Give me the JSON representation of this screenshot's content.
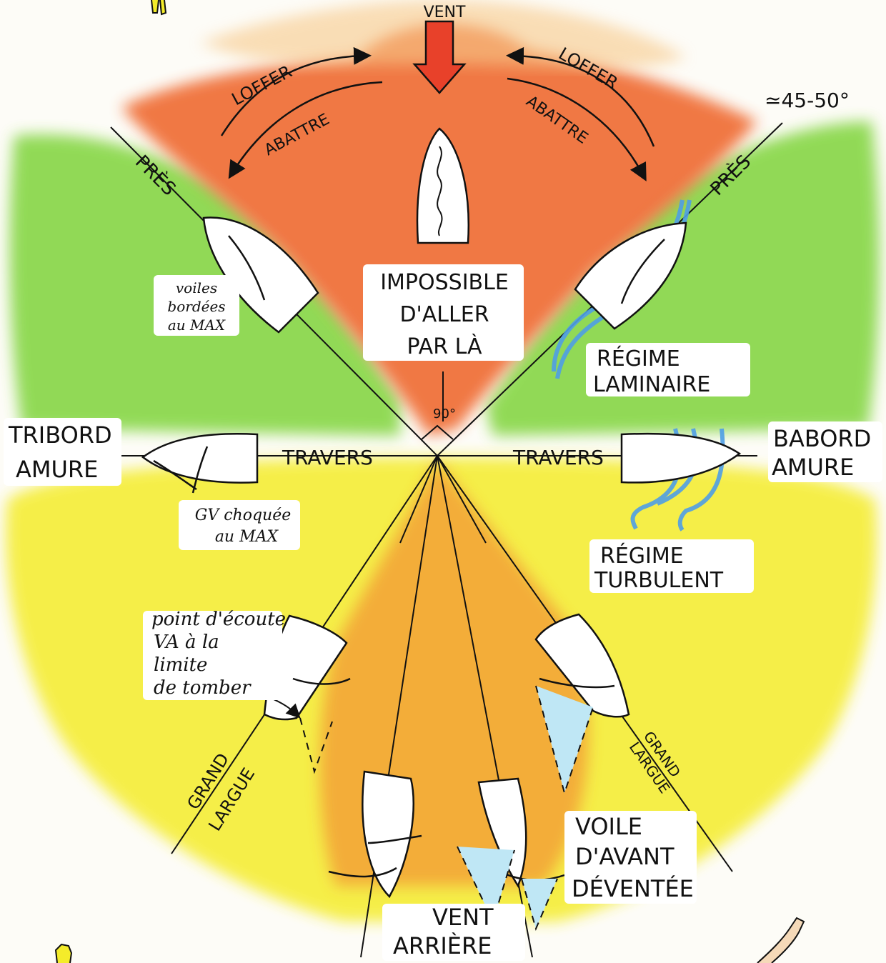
{
  "wind_label": "VENT",
  "loffer_left": "LOFFER",
  "abattre_left": "ABATTRE",
  "loffer_right": "LOFFER",
  "abattre_right": "ABATTRE",
  "angle_label": "≃45-50°",
  "pres_left": "PRÈS",
  "pres_right": "PRÈS",
  "impossible": [
    "IMPOSSIBLE",
    "D'ALLER",
    "PAR LÀ"
  ],
  "right_angle": "90°",
  "voiles_bordees": [
    "voiles",
    "bordées",
    "au MAX"
  ],
  "regime_laminaire": [
    "RÉGIME",
    "LAMINAIRE"
  ],
  "tribord_amure": [
    "TRIBORD",
    "AMURE"
  ],
  "babord_amure": [
    "BABORD",
    "AMURE"
  ],
  "travers_left": "TRAVERS",
  "travers_right": "TRAVERS",
  "gv_choquee": [
    "GV choquée",
    "au MAX"
  ],
  "regime_turbulent": [
    "RÉGIME",
    "TURBULENT"
  ],
  "point_ecoute": [
    "point d'écoute",
    "VA à la",
    "limite",
    "de tomber"
  ],
  "grand_largue_left": [
    "GRAND",
    "LARGUE"
  ],
  "grand_largue_right": [
    "GRAND",
    "LARGUE"
  ],
  "voile_avant": [
    "VOILE",
    "D'AVANT",
    "DÉVENTÉE"
  ],
  "vent_arriere": [
    "VENT",
    "ARRIÈRE"
  ],
  "colors": {
    "headwind_zone": "#f0713a",
    "close_haul_zone": "#7fd43a",
    "beam_zone": "#f4ec2a",
    "downwind_zone": "#f3a638",
    "water_flow": "#4f9fe6",
    "ink": "#111111"
  }
}
